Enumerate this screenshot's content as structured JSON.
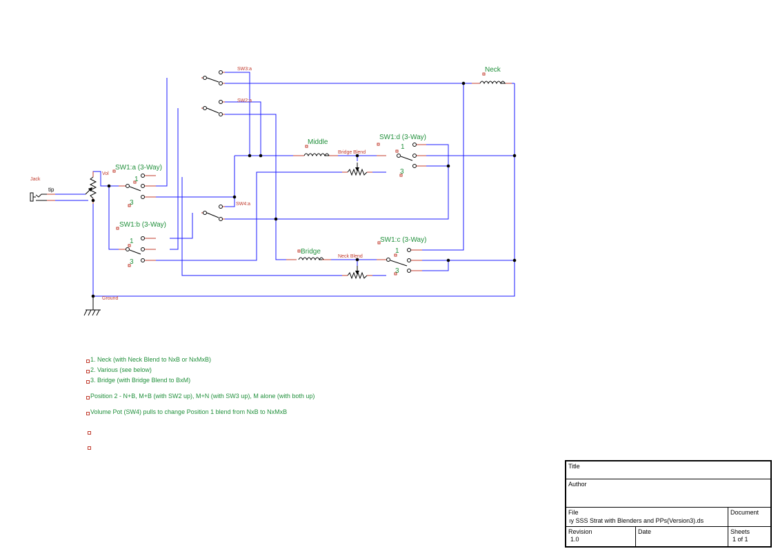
{
  "schematic": {
    "labels": {
      "jack": "Jack",
      "tip": "tip",
      "vol": "Vol",
      "ground": "Ground",
      "sw3a": "SW3:a",
      "sw2a": "SW2:a",
      "sw4a": "SW4:a",
      "sw1a": "SW1:a (3-Way)",
      "sw1b": "SW1:b (3-Way)",
      "sw1c": "SW1:c (3-Way)",
      "sw1d": "SW1:d (3-Way)",
      "neck": "Neck",
      "middle": "Middle",
      "bridge": "Bridge",
      "bridge_blend": "Bridge Blend",
      "neck_blend": "Neck Blend",
      "pin1": "1",
      "pin3": "3"
    },
    "colors": {
      "wire": "#1a1aff",
      "component": "#000000",
      "pin": "#c0392b",
      "label": "#1f8f3a"
    }
  },
  "notes": [
    "1. Neck (with Neck Blend to NxB or NxMxB)",
    "2. Various (see below)",
    "3. Bridge (with Bridge Blend to BxM)",
    "Position 2 - N+B, M+B (with SW2 up), M+N (with SW3 up), M alone (with both up)",
    "Volume Pot (SW4) pulls to change Position 1 blend from NxB to NxMxB"
  ],
  "title_block": {
    "title_label": "Title",
    "author_label": "Author",
    "file_label": "File",
    "file_value": "ıy SSS Strat with Blenders and PPs(Version3).ds",
    "document_label": "Document",
    "revision_label": "Revision",
    "revision_value": "1.0",
    "date_label": "Date",
    "sheets_label": "Sheets",
    "sheets_value": "1 of 1"
  }
}
